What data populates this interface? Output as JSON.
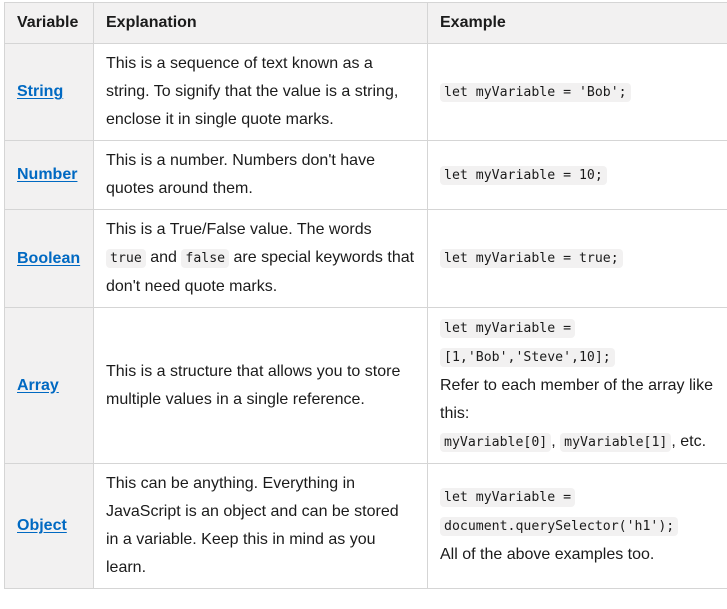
{
  "headers": {
    "variable": "Variable",
    "explanation": "Explanation",
    "example": "Example"
  },
  "rows": {
    "string": {
      "type": "String",
      "explanation": "This is a sequence of text known as a string. To signify that the value is a string, enclose it in single quote marks.",
      "example_code": "let myVariable = 'Bob';"
    },
    "number": {
      "type": "Number",
      "explanation": "This is a number. Numbers don't have quotes around them.",
      "example_code": "let myVariable = 10;"
    },
    "boolean": {
      "type": "Boolean",
      "explanation_pre": "This is a True/False value. The words",
      "code_true": "true",
      "and_word": "and",
      "code_false": "false",
      "explanation_post": "are special keywords that don't need quote marks.",
      "example_code": "let myVariable = true;"
    },
    "array": {
      "type": "Array",
      "explanation": "This is a structure that allows you to store multiple values in a single reference.",
      "example_code_1": "let myVariable =",
      "example_code_2": "[1,'Bob','Steve',10];",
      "example_text": "Refer to each member of the array like this:",
      "code_member_0": "myVariable[0]",
      "separator": ",",
      "code_member_1": "myVariable[1]",
      "etc": ", etc."
    },
    "object": {
      "type": "Object",
      "explanation": "This can be anything. Everything in JavaScript is an object and can be stored in a variable. Keep this in mind as you learn.",
      "example_code_1": "let myVariable =",
      "example_code_2": "document.querySelector('h1');",
      "example_text": "All of the above examples too."
    }
  }
}
